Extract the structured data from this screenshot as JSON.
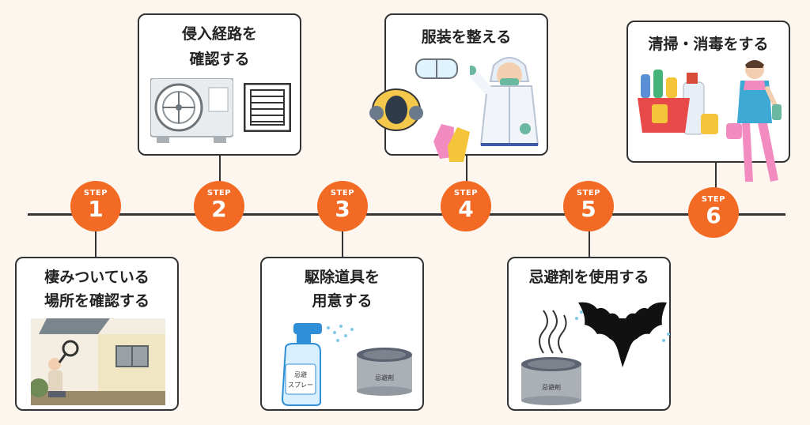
{
  "steps": [
    {
      "label": "STEP",
      "number": "1",
      "title_lines": [
        "棲みついている",
        "場所を確認する"
      ]
    },
    {
      "label": "STEP",
      "number": "2",
      "title_lines": [
        "侵入経路を",
        "確認する"
      ]
    },
    {
      "label": "STEP",
      "number": "3",
      "title_lines": [
        "駆除道具を",
        "用意する"
      ]
    },
    {
      "label": "STEP",
      "number": "4",
      "title_lines": [
        "服装を整える"
      ]
    },
    {
      "label": "STEP",
      "number": "5",
      "title_lines": [
        "忌避剤を使用する"
      ]
    },
    {
      "label": "STEP",
      "number": "6",
      "title_lines": [
        "清掃・消毒をする"
      ]
    }
  ],
  "illustration_labels": {
    "spray": [
      "忌避",
      "スプレー"
    ],
    "can_step3": "忌避剤",
    "can_step5": "忌避剤"
  },
  "colors": {
    "accent": "#f26a24",
    "background": "#fdf6ee"
  }
}
